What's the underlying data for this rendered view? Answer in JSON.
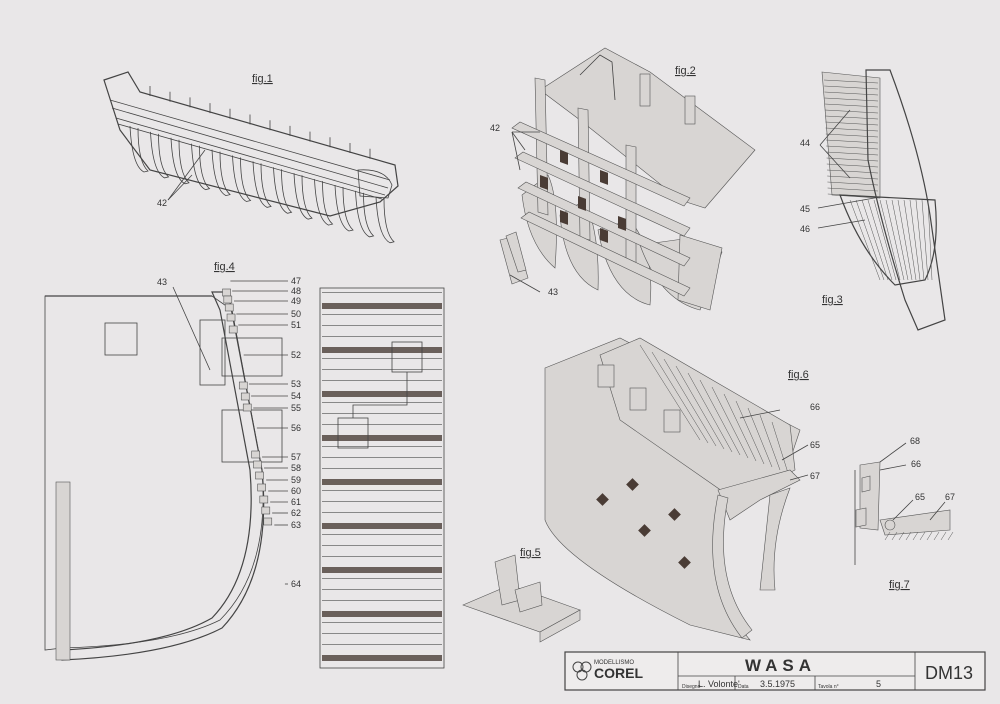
{
  "figures": {
    "fig1": "fig.1",
    "fig2": "fig.2",
    "fig3": "fig.3",
    "fig4": "fig.4",
    "fig5": "fig.5",
    "fig6": "fig.6",
    "fig7": "fig.7"
  },
  "callouts": {
    "fig1": [
      "42"
    ],
    "fig2": [
      "42",
      "43"
    ],
    "fig3": [
      "44",
      "45",
      "46"
    ],
    "fig4_left": [
      "43"
    ],
    "fig4_right": [
      "47",
      "48",
      "49",
      "50",
      "51",
      "52",
      "53",
      "54",
      "55",
      "56",
      "57",
      "58",
      "59",
      "60",
      "61",
      "62",
      "63",
      "64"
    ],
    "fig6": [
      "66",
      "65",
      "67"
    ],
    "fig7": [
      "68",
      "66",
      "65",
      "67"
    ]
  },
  "title_block": {
    "brand_top": "MODELLISMO",
    "brand_name": "COREL",
    "title": "WASA",
    "author_label": "Disegno",
    "author": "L. Volonte'",
    "date_label": "Data",
    "date": "3.5.1975",
    "sheet_label": "Tavola n°",
    "sheet_number": "5",
    "drawing_code": "DM13"
  }
}
